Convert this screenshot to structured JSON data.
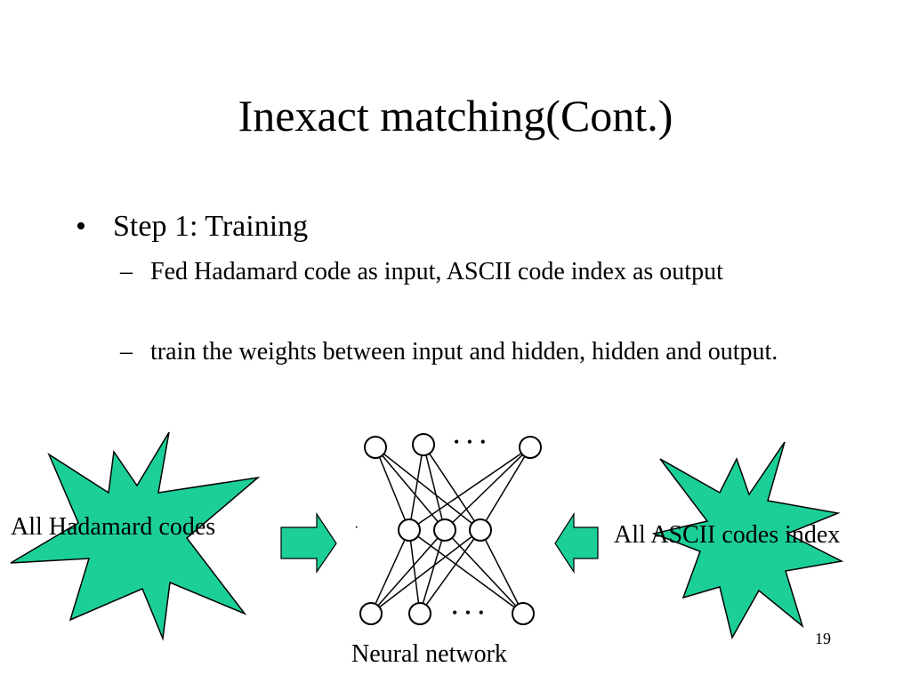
{
  "slide": {
    "title": "Inexact matching(Cont.)",
    "bullet_symbol": "•",
    "bullet": "Step 1: Training",
    "dash_symbol": "–",
    "sub_items": [
      "Fed Hadamard code as input, ASCII code index as output",
      "train the weights between input and hidden, hidden and output."
    ],
    "page_number": "19"
  },
  "diagram": {
    "input_label": "All Hadamard codes",
    "output_label": "All ASCII codes index",
    "network_label": "Neural network",
    "ellipsis": "• • •",
    "stray_mark": "·",
    "colors": {
      "star_fill": "#1ccf98",
      "arrow_fill": "#1ccf98",
      "stroke": "#000000"
    }
  }
}
